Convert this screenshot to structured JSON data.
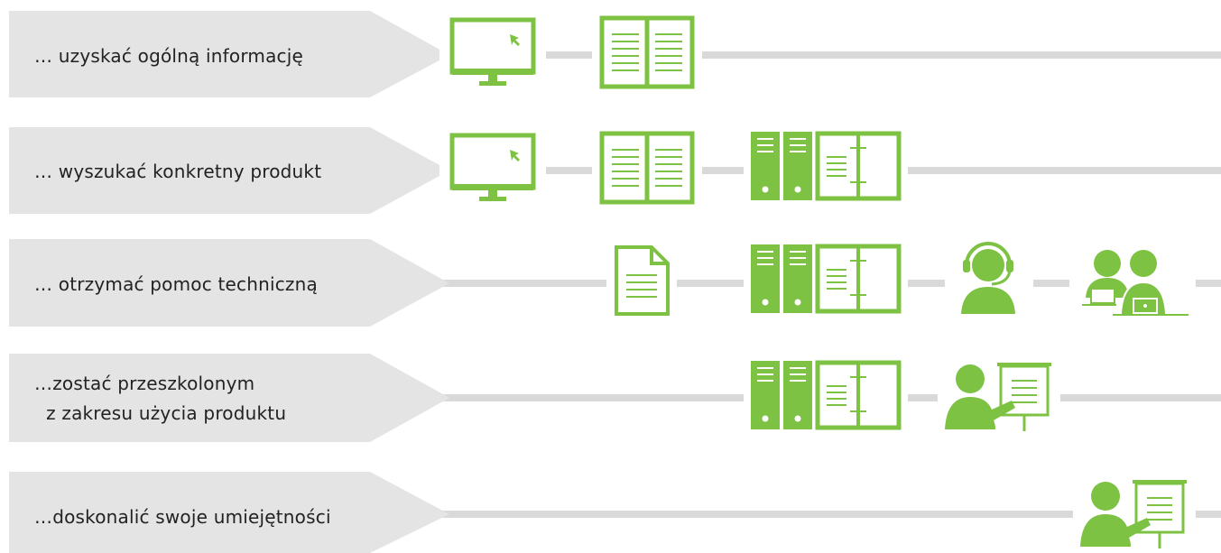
{
  "rows": [
    {
      "id": "general-info",
      "lines": [
        "… uzyskać ogólną informację"
      ],
      "icons": [
        "monitor",
        "catalog"
      ]
    },
    {
      "id": "specific-product",
      "lines": [
        "… wyszukać konkretny produkt"
      ],
      "icons": [
        "monitor",
        "catalog",
        "binders"
      ]
    },
    {
      "id": "tech-support",
      "lines": [
        "… otrzymać pomoc techniczną"
      ],
      "icons": [
        "document",
        "binders",
        "headset-agent",
        "consultants"
      ]
    },
    {
      "id": "training",
      "lines": [
        "…zostać przeszkolonym",
        "  z zakresu użycia produktu"
      ],
      "icons": [
        "binders",
        "trainer"
      ]
    },
    {
      "id": "skills",
      "lines": [
        "…doskonalić swoje umiejętności"
      ],
      "icons": [
        "trainer"
      ]
    }
  ],
  "colors": {
    "green": "#7dc242",
    "panel": "#e4e4e4",
    "line": "#d9d9d9",
    "text": "#222222"
  }
}
